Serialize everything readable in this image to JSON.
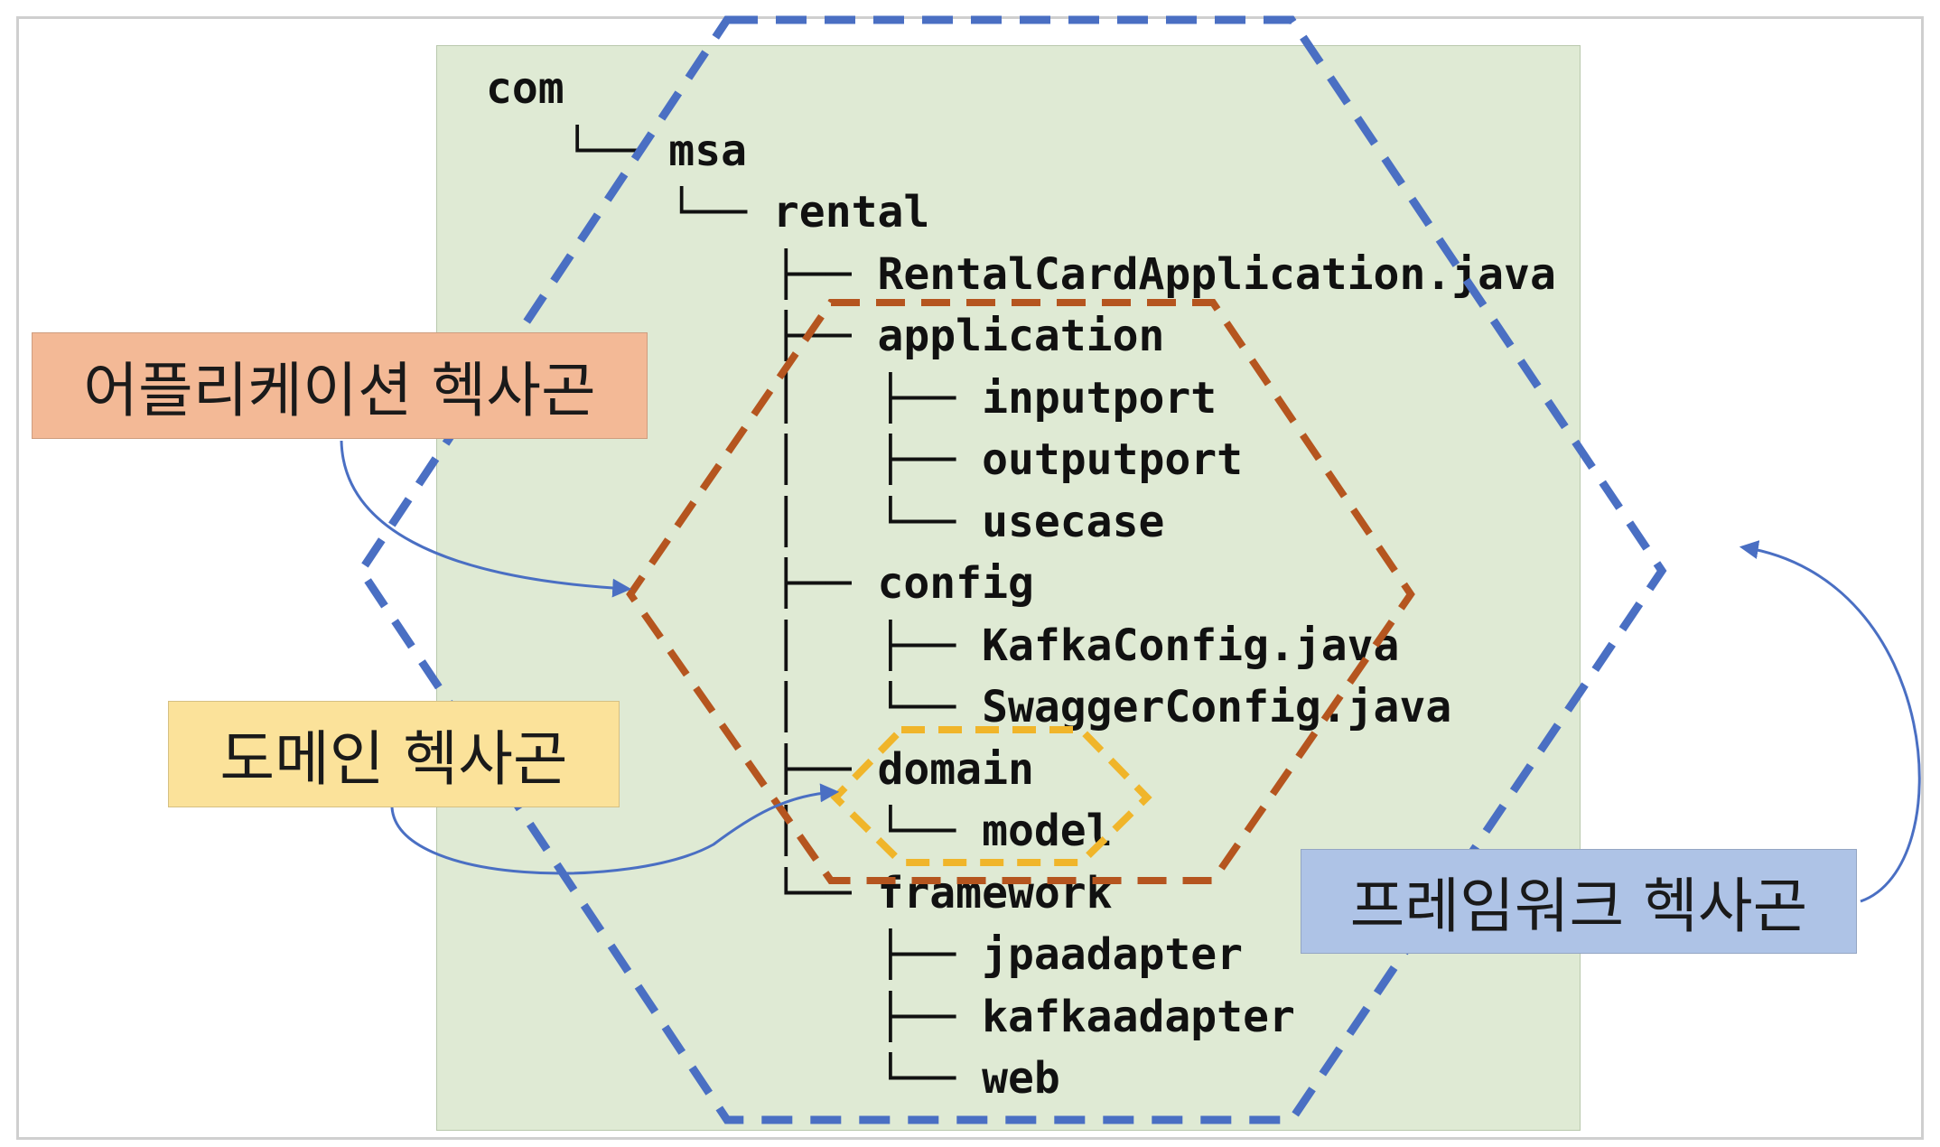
{
  "tree": [
    {
      "prefix": "com",
      "name": ""
    },
    {
      "prefix": "   └── ",
      "name": "msa"
    },
    {
      "prefix": "       └── ",
      "name": "rental"
    },
    {
      "prefix": "           ├── ",
      "name": "RentalCardApplication.java"
    },
    {
      "prefix": "           ├── ",
      "name": "application"
    },
    {
      "prefix": "           │   ├── ",
      "name": "inputport"
    },
    {
      "prefix": "           │   ├── ",
      "name": "outputport"
    },
    {
      "prefix": "           │   └── ",
      "name": "usecase"
    },
    {
      "prefix": "           ├── ",
      "name": "config"
    },
    {
      "prefix": "           │   ├── ",
      "name": "KafkaConfig.java"
    },
    {
      "prefix": "           │   └── ",
      "name": "SwaggerConfig.java"
    },
    {
      "prefix": "           ├── ",
      "name": "domain"
    },
    {
      "prefix": "           │   └── ",
      "name": "model"
    },
    {
      "prefix": "           └── ",
      "name": "framework"
    },
    {
      "prefix": "               ├── ",
      "name": "jpaadapter"
    },
    {
      "prefix": "               ├── ",
      "name": "kafkaadapter"
    },
    {
      "prefix": "               └── ",
      "name": "web"
    }
  ],
  "callouts": {
    "application": "어플리케이션 헥사곤",
    "domain": "도메인 헥사곤",
    "framework": "프레임워크 헥사곤"
  },
  "colors": {
    "panel": "#dfead4",
    "framework_hexagon": "#4a6fc3",
    "application_hexagon": "#b5551f",
    "domain_hexagon": "#f0b52a",
    "framework_callout": "#aec3e6",
    "application_callout": "#f3b996",
    "domain_callout": "#fbe29a",
    "arrow": "#4a6fc3"
  }
}
